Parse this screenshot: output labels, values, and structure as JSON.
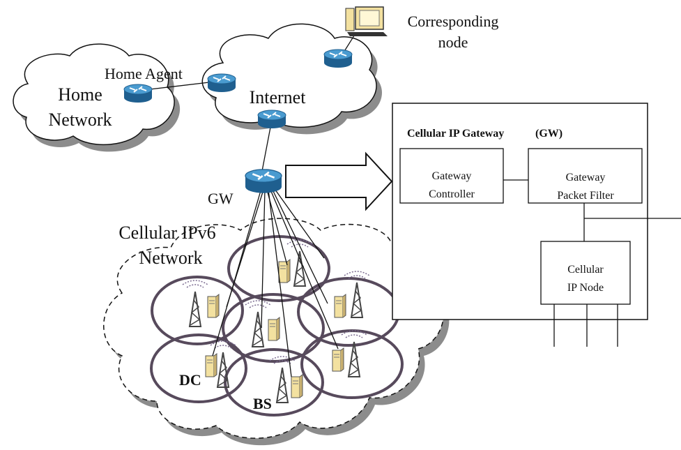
{
  "labels": {
    "corresponding_node_line1": "Corresponding",
    "corresponding_node_line2": "node",
    "home_agent": "Home Agent",
    "home_network_line1": "Home",
    "home_network_line2": "Network",
    "internet": "Internet",
    "gw": "GW",
    "cellular_network_line1": "Cellular IPv6",
    "cellular_network_line2": "Network",
    "dc": "DC",
    "bs": "BS"
  },
  "gateway_panel": {
    "title": "Cellular IP Gateway",
    "title_suffix": "(GW)",
    "controller_line1": "Gateway",
    "controller_line2": "Controller",
    "packet_filter_line1": "Gateway",
    "packet_filter_line2": "Packet Filter",
    "node_line1": "Cellular",
    "node_line2": "IP Node"
  },
  "icons": [
    "router-icon",
    "computer-icon",
    "antenna-tower-icon",
    "server-icon",
    "cloud-icon",
    "arrow-icon"
  ],
  "colors": {
    "router_body": "#2f7fb8",
    "router_top": "#5aa9dc",
    "cell_ring": "#574a5c",
    "cloud_shadow": "#8c8c8c",
    "line": "#111111"
  }
}
